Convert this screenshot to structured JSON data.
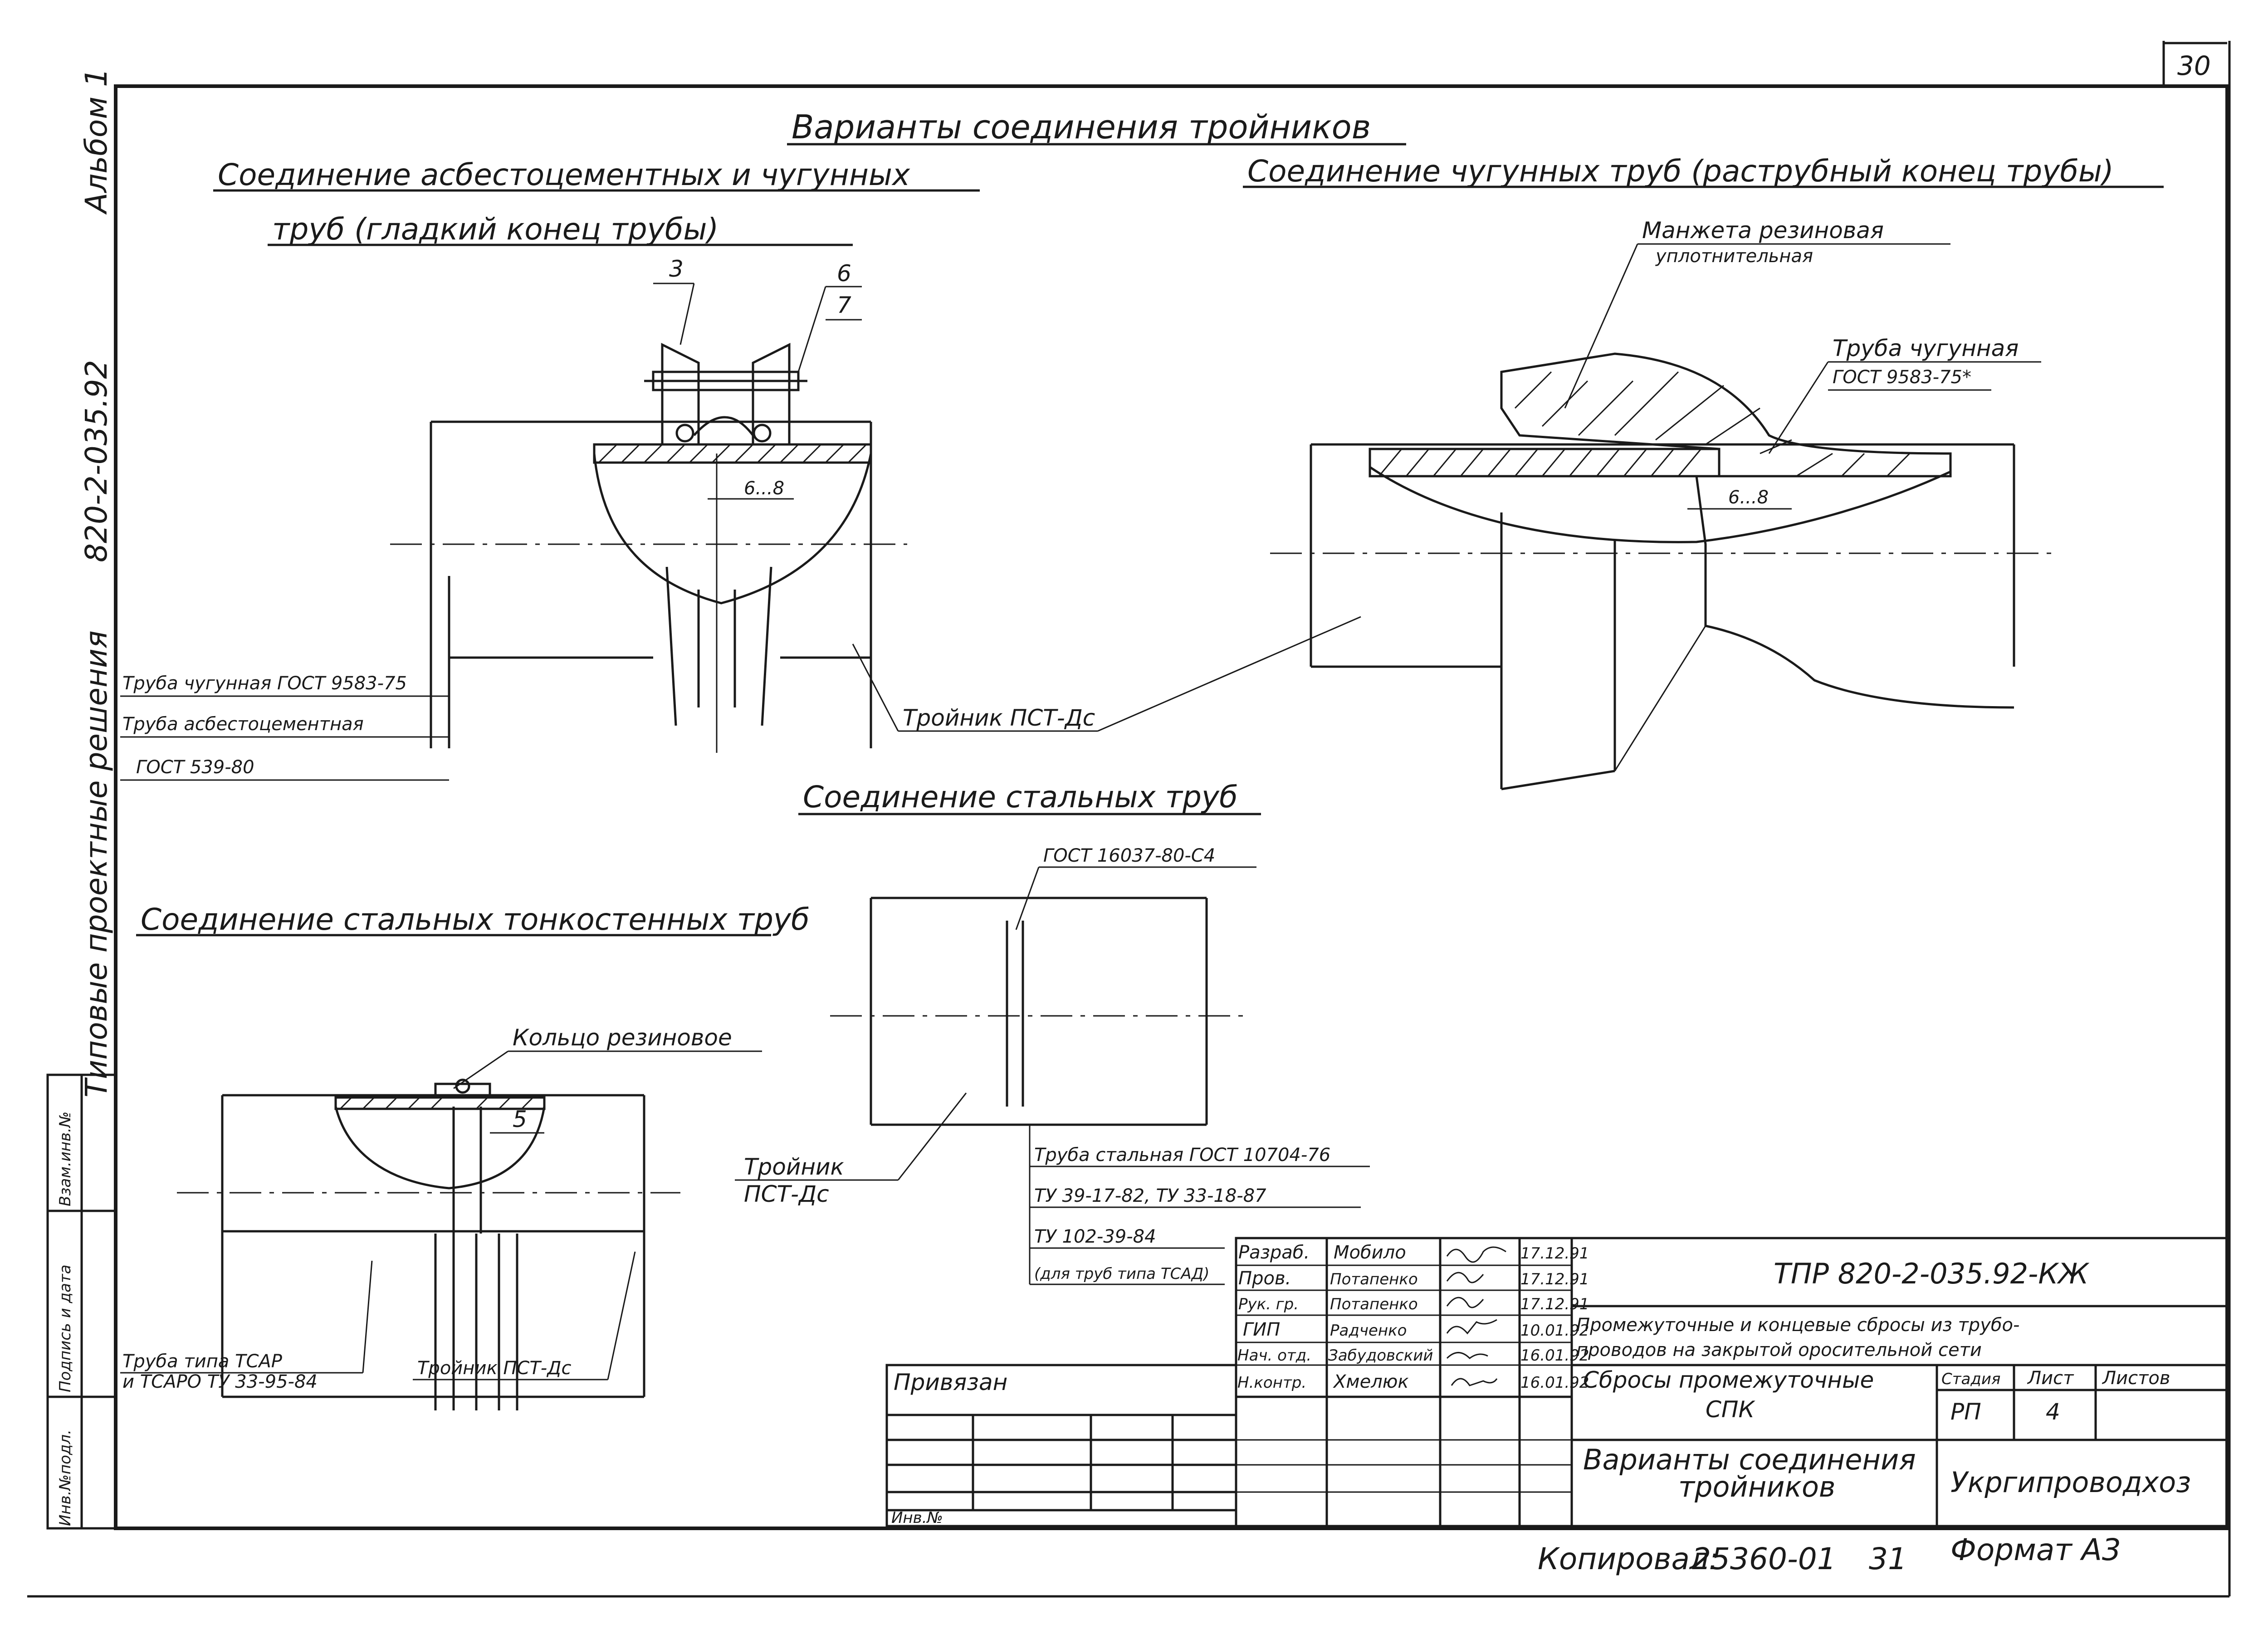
{
  "sheet": {
    "page_number": "30",
    "main_title": "Варианты соединения тройников",
    "side_album": "Альбом 1",
    "side_code": "820-2-035.92",
    "side_series": "Типовые проектные решения",
    "side_cells": [
      "Инв.№подл.",
      "Подпись и дата",
      "Взам.инв.№"
    ]
  },
  "view_asbestos": {
    "heading_line1": "Соединение асбестоцементных и чугунных",
    "heading_line2": "труб (гладкий конец трубы)",
    "callouts": [
      "3",
      "6",
      "7"
    ],
    "gap_dim": "6...8",
    "labels": [
      "Труба чугунная ГОСТ 9583-75",
      "Труба асбестоцементная",
      "ГОСТ 539-80"
    ]
  },
  "view_cast_iron": {
    "heading": "Соединение чугунных труб (раструбный конец трубы)",
    "cuff_label_1": "Манжета резиновая",
    "cuff_label_2": "уплотнительная",
    "pipe_label_1": "Труба чугунная",
    "pipe_label_2": "ГОСТ 9583-75*",
    "gap_dim": "6...8",
    "tee_label": "Тройник ПСТ-Дс"
  },
  "view_steel": {
    "heading": "Соединение стальных труб",
    "weld_label": "ГОСТ 16037-80-С4",
    "tee_label_1": "Тройник",
    "tee_label_2": "ПСТ-Дс",
    "pipe_labels": [
      "Труба стальная ГОСТ 10704-76",
      "ТУ 39-17-82, ТУ 33-18-87",
      "ТУ 102-39-84",
      "(для труб типа ТСАД)"
    ]
  },
  "view_thin": {
    "heading": "Соединение стальных тонкостенных труб",
    "ring_label": "Кольцо резиновое",
    "gap_dim": "5",
    "pipe_label_1": "Труба типа ТСАР",
    "pipe_label_2": "и ТСАРО ТУ 33-95-84",
    "tee_label": "Тройник ПСТ-Дс"
  },
  "title_block": {
    "roles": [
      "Разраб.",
      "Пров.",
      "Рук. гр.",
      "ГИП",
      "Нач. отд.",
      "Н.контр."
    ],
    "names": [
      "Мобило",
      "Потапенко",
      "Потапенко",
      "Радченко",
      "Забудовский",
      "Хмелюк"
    ],
    "dates": [
      "17.12.91",
      "17.12.91",
      "17.12.91",
      "10.01.92",
      "16.01.92",
      "16.01.92"
    ],
    "doc_code": "ТПР 820-2-035.92-КЖ",
    "project_line1": "Промежуточные и концевые сбросы из трубо-",
    "project_line2": "проводов на закрытой оросительной сети",
    "sheet_title_1": "Сбросы промежуточные",
    "sheet_title_2": "СПК",
    "drawing_title_1": "Варианты соединения",
    "drawing_title_2": "тройников",
    "col_stage": "Стадия",
    "col_sheet": "Лист",
    "col_sheets": "Листов",
    "stage": "РП",
    "sheet_no": "4",
    "organization": "Укргипроводхоз",
    "bound_label": "Привязан",
    "inv_label": "Инв.№"
  },
  "footer": {
    "copied_label": "Копировал:",
    "copy_number": "25360-01",
    "copy_sheet": "31",
    "format_label": "Формат А3"
  }
}
